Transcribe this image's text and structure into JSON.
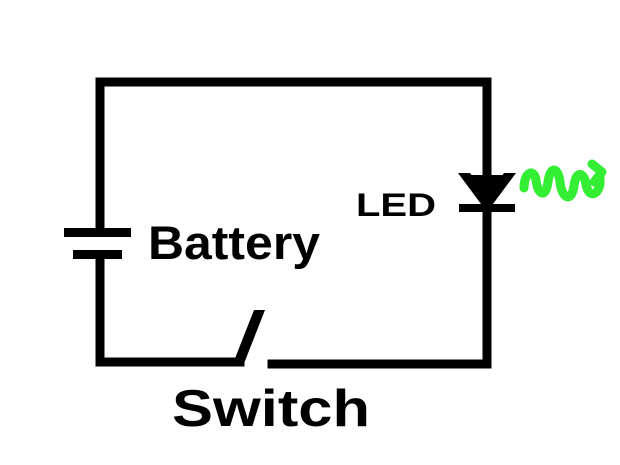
{
  "diagram": {
    "type": "circuit-schematic",
    "components": [
      {
        "id": "battery",
        "label": "Battery",
        "symbol": "battery-icon"
      },
      {
        "id": "led",
        "label": "LED",
        "symbol": "diode-icon"
      },
      {
        "id": "switch",
        "label": "Switch",
        "symbol": "open-switch-icon",
        "state": "open"
      }
    ],
    "light_emission": {
      "symbol": "light-wave-icon",
      "color": "#33ee33"
    },
    "wire_color": "#000000",
    "background": "#ffffff"
  },
  "labels": {
    "battery": "Battery",
    "led": "LED",
    "switch": "Switch"
  }
}
